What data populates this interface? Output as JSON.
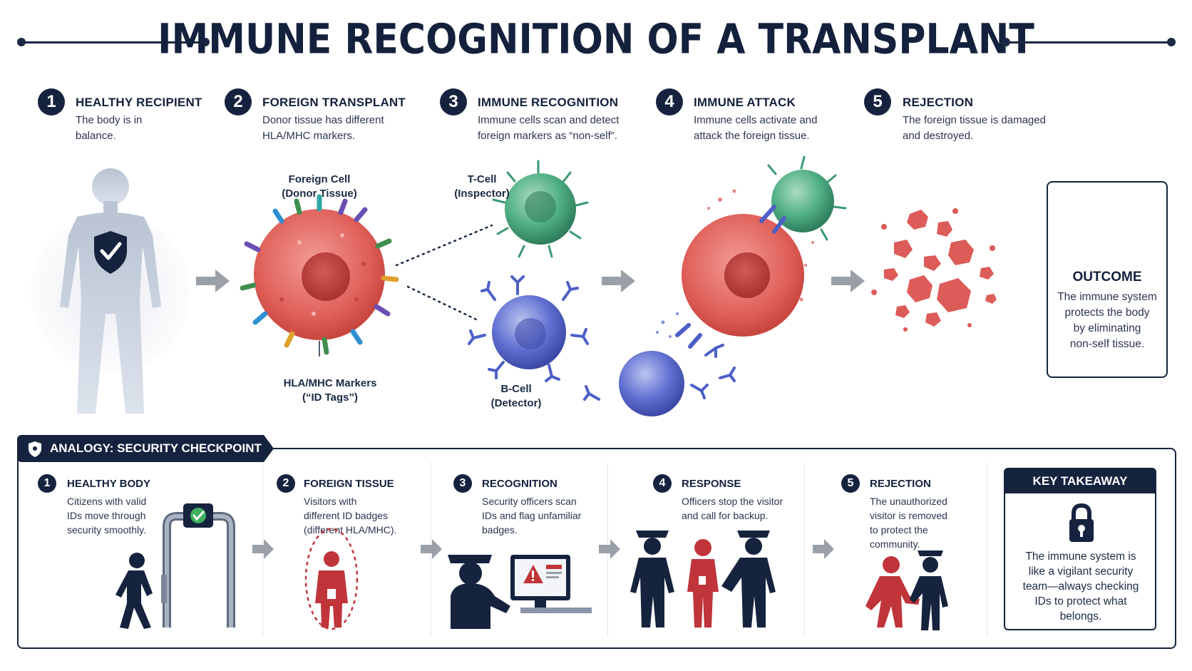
{
  "title": "IMMUNE RECOGNITION OF A TRANSPLANT",
  "colors": {
    "navy": "#16233f",
    "red": "#d9534f",
    "green": "#3a9a72",
    "blue": "#4d5fc7",
    "gray_arrow": "#9aa0a8"
  },
  "steps": [
    {
      "num": "1",
      "title": "HEALTHY RECIPIENT",
      "desc1": "The body is in",
      "desc2": "balance."
    },
    {
      "num": "2",
      "title": "FOREIGN TRANSPLANT",
      "desc1": "Donor tissue has different",
      "desc2": "HLA/MHC markers."
    },
    {
      "num": "3",
      "title": "IMMUNE RECOGNITION",
      "desc1": "Immune cells scan and detect",
      "desc2": "foreign markers as “non-self”."
    },
    {
      "num": "4",
      "title": "IMMUNE ATTACK",
      "desc1": "Immune cells activate and",
      "desc2": "attack the foreign tissue."
    },
    {
      "num": "5",
      "title": "REJECTION",
      "desc1": "The foreign tissue is damaged",
      "desc2": "and destroyed."
    }
  ],
  "labels": {
    "foreign_cell_1": "Foreign Cell",
    "foreign_cell_2": "(Donor Tissue)",
    "markers_1": "HLA/MHC Markers",
    "markers_2": "(“ID Tags”)",
    "tcell_1": "T-Cell",
    "tcell_2": "(Inspector)",
    "bcell_1": "B-Cell",
    "bcell_2": "(Detector)"
  },
  "outcome": {
    "title": "OUTCOME",
    "line1": "The immune system",
    "line2": "protects the body",
    "line3": "by eliminating",
    "line4": "non-self tissue."
  },
  "analogy": {
    "tab_label": "ANALOGY: SECURITY CHECKPOINT",
    "steps": [
      {
        "num": "1",
        "title": "HEALTHY BODY",
        "l1": "Citizens with valid",
        "l2": "IDs move through",
        "l3": "security smoothly.",
        "l4": ""
      },
      {
        "num": "2",
        "title": "FOREIGN TISSUE",
        "l1": "Visitors with",
        "l2": "different ID badges",
        "l3": "(different HLA/MHC).",
        "l4": ""
      },
      {
        "num": "3",
        "title": "RECOGNITION",
        "l1": "Security officers scan",
        "l2": "IDs and flag unfamiliar",
        "l3": "badges.",
        "l4": ""
      },
      {
        "num": "4",
        "title": "RESPONSE",
        "l1": "Officers stop the visitor",
        "l2": "and call for backup.",
        "l3": "",
        "l4": ""
      },
      {
        "num": "5",
        "title": "REJECTION",
        "l1": "The unauthorized",
        "l2": "visitor is removed",
        "l3": "to protect the",
        "l4": "community."
      }
    ]
  },
  "key_takeaway": {
    "title": "KEY TAKEAWAY",
    "l1": "The immune system is",
    "l2": "like a vigilant security",
    "l3": "team—always checking",
    "l4": "IDs to protect what",
    "l5": "belongs."
  }
}
